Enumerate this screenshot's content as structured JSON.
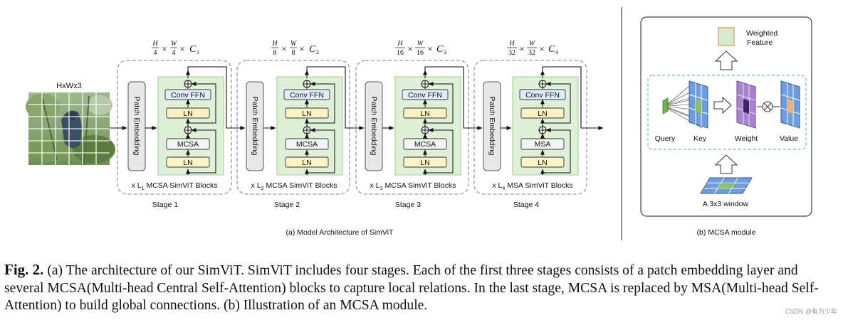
{
  "panel_a": {
    "input_label": "HxWx3",
    "patch_embedding_label": "Patch Embedding",
    "stages": [
      {
        "label": "Stage 1",
        "blocks": "MCSA SimViT Blocks",
        "repeat_sym": "L",
        "repeat_sub": "1",
        "attn": "MCSA",
        "ffn": "Conv FFN",
        "ln": "LN",
        "dim_top": [
          "H",
          "W"
        ],
        "dim_bot": [
          "4",
          "4"
        ],
        "channel_sub": "1"
      },
      {
        "label": "Stage 2",
        "blocks": "MCSA SimViT Blocks",
        "repeat_sym": "L",
        "repeat_sub": "2",
        "attn": "MCSA",
        "ffn": "Conv FFN",
        "ln": "LN",
        "dim_top": [
          "H",
          "W"
        ],
        "dim_bot": [
          "8",
          "8"
        ],
        "channel_sub": "2"
      },
      {
        "label": "Stage 3",
        "blocks": "MCSA SimViT Blocks",
        "repeat_sym": "L",
        "repeat_sub": "3",
        "attn": "MCSA",
        "ffn": "Conv FFN",
        "ln": "LN",
        "dim_top": [
          "H",
          "W"
        ],
        "dim_bot": [
          "16",
          "16"
        ],
        "channel_sub": "3"
      },
      {
        "label": "Stage 4",
        "blocks": "MSA SimViT Blocks",
        "repeat_sym": "L",
        "repeat_sub": "4",
        "attn": "MSA",
        "ffn": "Conv FFN",
        "ln": "LN",
        "dim_top": [
          "H",
          "W"
        ],
        "dim_bot": [
          "32",
          "32"
        ],
        "channel_sub": "4"
      }
    ],
    "subcaption": "(a) Model Architecture of SimViT"
  },
  "panel_b": {
    "weighted_feature": [
      "Weighted",
      "Feature"
    ],
    "query": "Query",
    "key": "Key",
    "weight": "Weight",
    "value": "Value",
    "window": "A 3x3 window",
    "subcaption": "(b) MCSA module"
  },
  "caption": {
    "label": "Fig. 2.",
    "text": " (a) The architecture of our SimViT. SimViT includes four stages. Each of the first three stages consists of a patch embedding layer and several MCSA(Multi-head Central Self-Attention) blocks to capture local relations. In the last stage, MCSA is replaced by MSA(Multi-head Self-Attention) to build global connections. (b) Illustration of an MCSA module."
  },
  "watermark": "CSDN @有为少年",
  "colors": {
    "block_fill": "#dff0d8",
    "ln_fill": "#fdf2c4",
    "ffn_fill": "#e1ecf8",
    "dashed": "#9a9a9a",
    "key_blue": "#6d9ce0",
    "weight_purple": "#a884cf",
    "query_green": "#6cb34a"
  }
}
